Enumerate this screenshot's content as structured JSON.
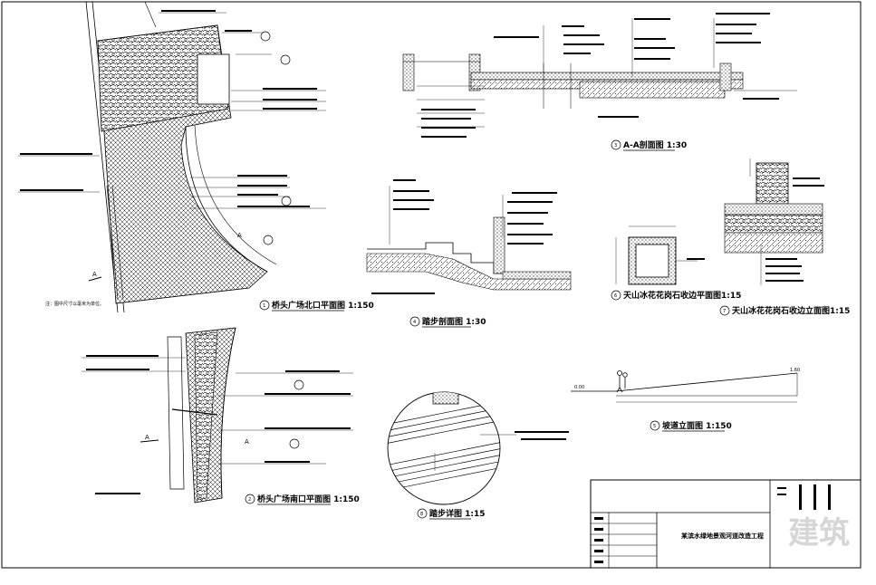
{
  "drawing": {
    "titles": [
      {
        "id": "1",
        "text": "桥头广场北口平面图 1:150"
      },
      {
        "id": "2",
        "text": "桥头广场南口平面图 1:150"
      },
      {
        "id": "3",
        "text": "A-A剖面图 1:30"
      },
      {
        "id": "4",
        "text": "踏步剖面图 1:30"
      },
      {
        "id": "5",
        "text": "坡道立面图 1:150"
      },
      {
        "id": "6",
        "text": "天山冰花花岗石收边平面图1:15"
      },
      {
        "id": "7",
        "text": "天山冰花花岗石收边立面图1:15"
      },
      {
        "id": "8",
        "text": "踏步详图 1:15"
      }
    ],
    "section_markers": [
      "A",
      "A",
      "A",
      "A"
    ],
    "slope_labels": [
      "0.00",
      "1.60"
    ],
    "note": "注：图中尺寸以毫米为单位。"
  },
  "title_block": {
    "project": "某滨水绿地景观河道改造工程",
    "logo_text": "建筑"
  }
}
